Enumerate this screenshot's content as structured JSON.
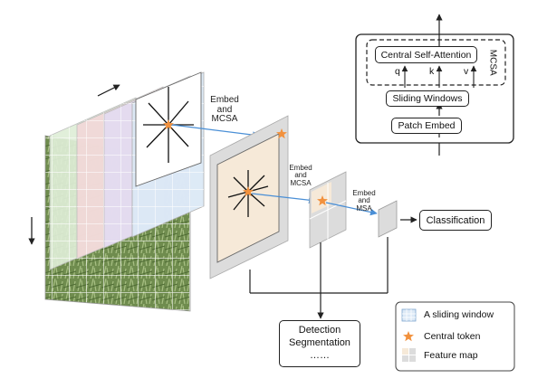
{
  "figure": {
    "embed_mcsa_1": [
      "Embed",
      "and",
      "MCSA"
    ],
    "embed_mcsa_2": [
      "Embed",
      "and",
      "MCSA"
    ],
    "embed_msa": [
      "Embed",
      "and",
      "MSA"
    ],
    "classification": "Classification",
    "detection": [
      "Detection",
      "Segmentation",
      "……"
    ]
  },
  "mcsa_block": {
    "vertical_label": "MCSA",
    "central_self_attention": "Central Self-Attention",
    "q": "q",
    "k": "k",
    "v": "v",
    "sliding_windows": "Sliding Windows",
    "patch_embed": "Patch Embed"
  },
  "legend": {
    "sliding_window": "A sliding window",
    "central_token": "Central token",
    "feature_map": "Feature map"
  },
  "colors": {
    "star": "#f2913d",
    "arrow_blue": "#4a8fd6",
    "window_fill": "#f6e9d8",
    "stack_green": "#dfeed7",
    "stack_red": "#f2d8d8",
    "stack_purple": "#e3dcf2",
    "stack_blue": "#dce9f6",
    "fmap_gray": "#dcdcdc"
  }
}
